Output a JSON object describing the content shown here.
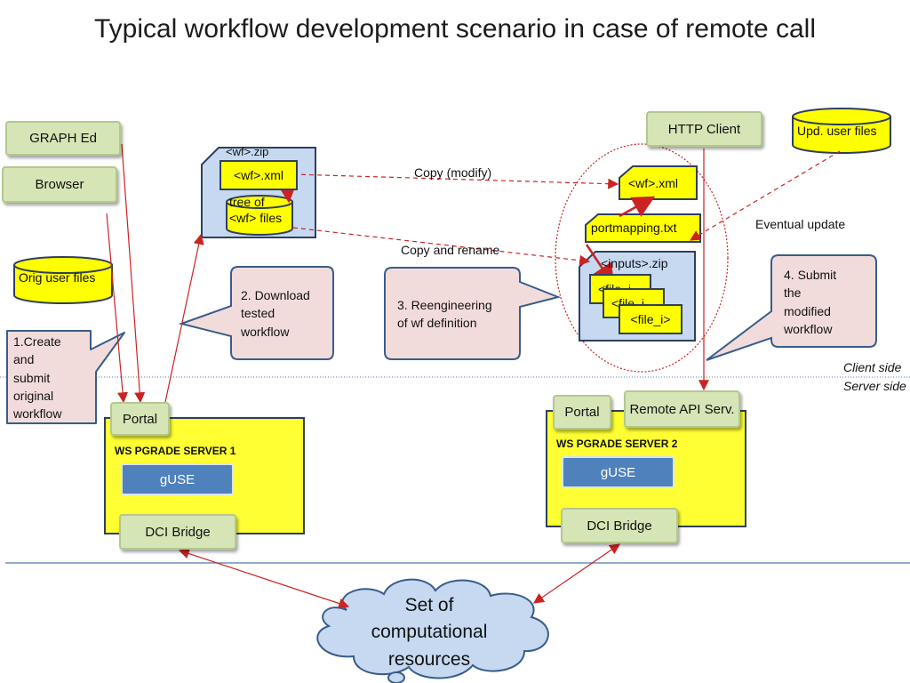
{
  "title": "Typical workflow development scenario in case of remote call",
  "client_tools": {
    "graph_ed": "GRAPH Ed",
    "browser": "Browser",
    "http_client": "HTTP Client"
  },
  "stores": {
    "orig_user_files": "Orig user files",
    "upd_user_files": "Upd. user files"
  },
  "wf_zip": {
    "label": "<wf>.zip",
    "xml": "<wf>.xml",
    "tree_line1": "tree of",
    "tree_line2": "<wf> files"
  },
  "right_package": {
    "wf_xml": "<wf>.xml",
    "portmapping": "portmapping.txt",
    "inputs_zip": "<inputs>.zip",
    "file_a": "<file_i",
    "file_b": "<file_i",
    "file_c": "<file_i>"
  },
  "arrow_labels": {
    "copy_modify": "Copy (modify)",
    "copy_rename": "Copy and rename",
    "eventual_update": "Eventual update"
  },
  "callouts": {
    "step1": [
      "1.Create",
      "and",
      "submit",
      "original",
      "workflow"
    ],
    "step2": [
      "2. Download",
      "tested",
      "workflow"
    ],
    "step3": [
      "3. Reengineering",
      "of wf definition"
    ],
    "step4": [
      "4. Submit",
      "the",
      "modified",
      "workflow"
    ]
  },
  "sides": {
    "client": "Client side",
    "server": "Server side"
  },
  "server1": {
    "portal": "Portal",
    "name": "WS PGRADE SERVER 1",
    "guse": "gUSE",
    "dci": "DCI Bridge"
  },
  "server2": {
    "portal": "Portal",
    "remote_api": "Remote API Serv.",
    "name": "WS PGRADE SERVER 2",
    "guse": "gUSE",
    "dci": "DCI Bridge"
  },
  "cloud": [
    "Set of",
    "computational",
    "resources"
  ],
  "colors": {
    "green_fill": "#d6e5b6",
    "yellow_fill": "#ffff33",
    "guse_blue": "#4f81bd",
    "callout_fill": "#f2dcdb",
    "arrow_red": "#cc2222",
    "cloud_fill": "#c6d9f1"
  }
}
